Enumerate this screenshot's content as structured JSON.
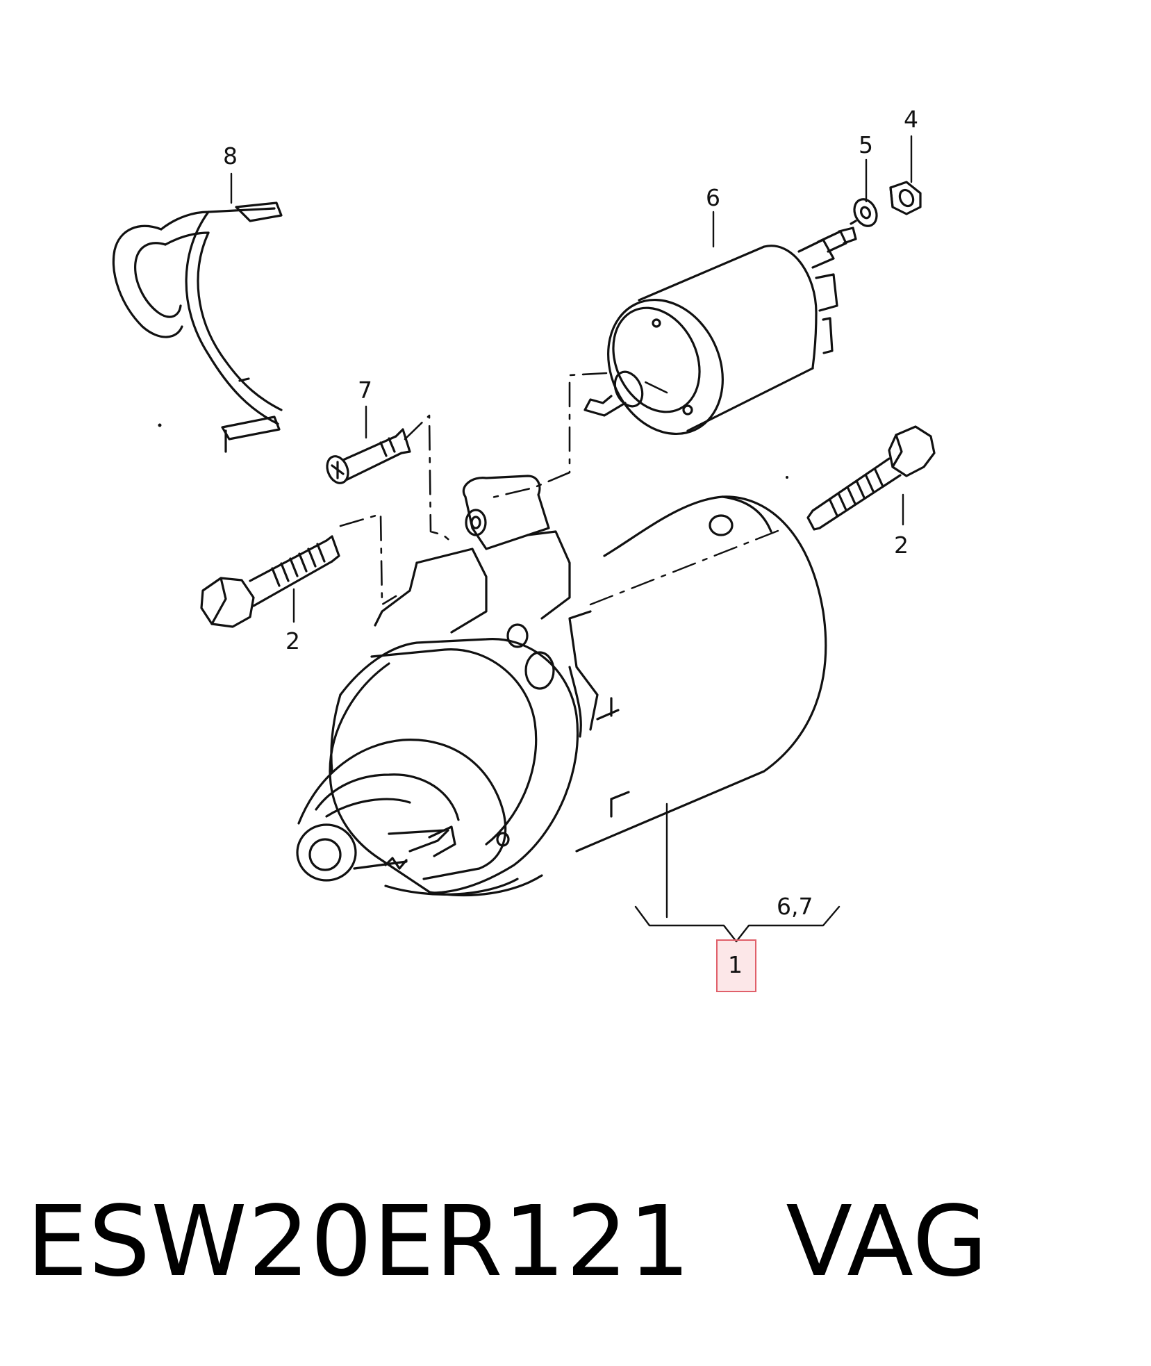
{
  "callouts": {
    "c1": "1",
    "c2_left": "2",
    "c2_right": "2",
    "c4": "4",
    "c5": "5",
    "c6": "6",
    "c67": "6,7",
    "c7": "7",
    "c8": "8"
  },
  "caption": {
    "part_number": "ESW20ER121",
    "brand": "VAG"
  },
  "colors": {
    "line": "#111111",
    "highlight_border": "#e0606a",
    "highlight_fill": "#f0788230"
  }
}
